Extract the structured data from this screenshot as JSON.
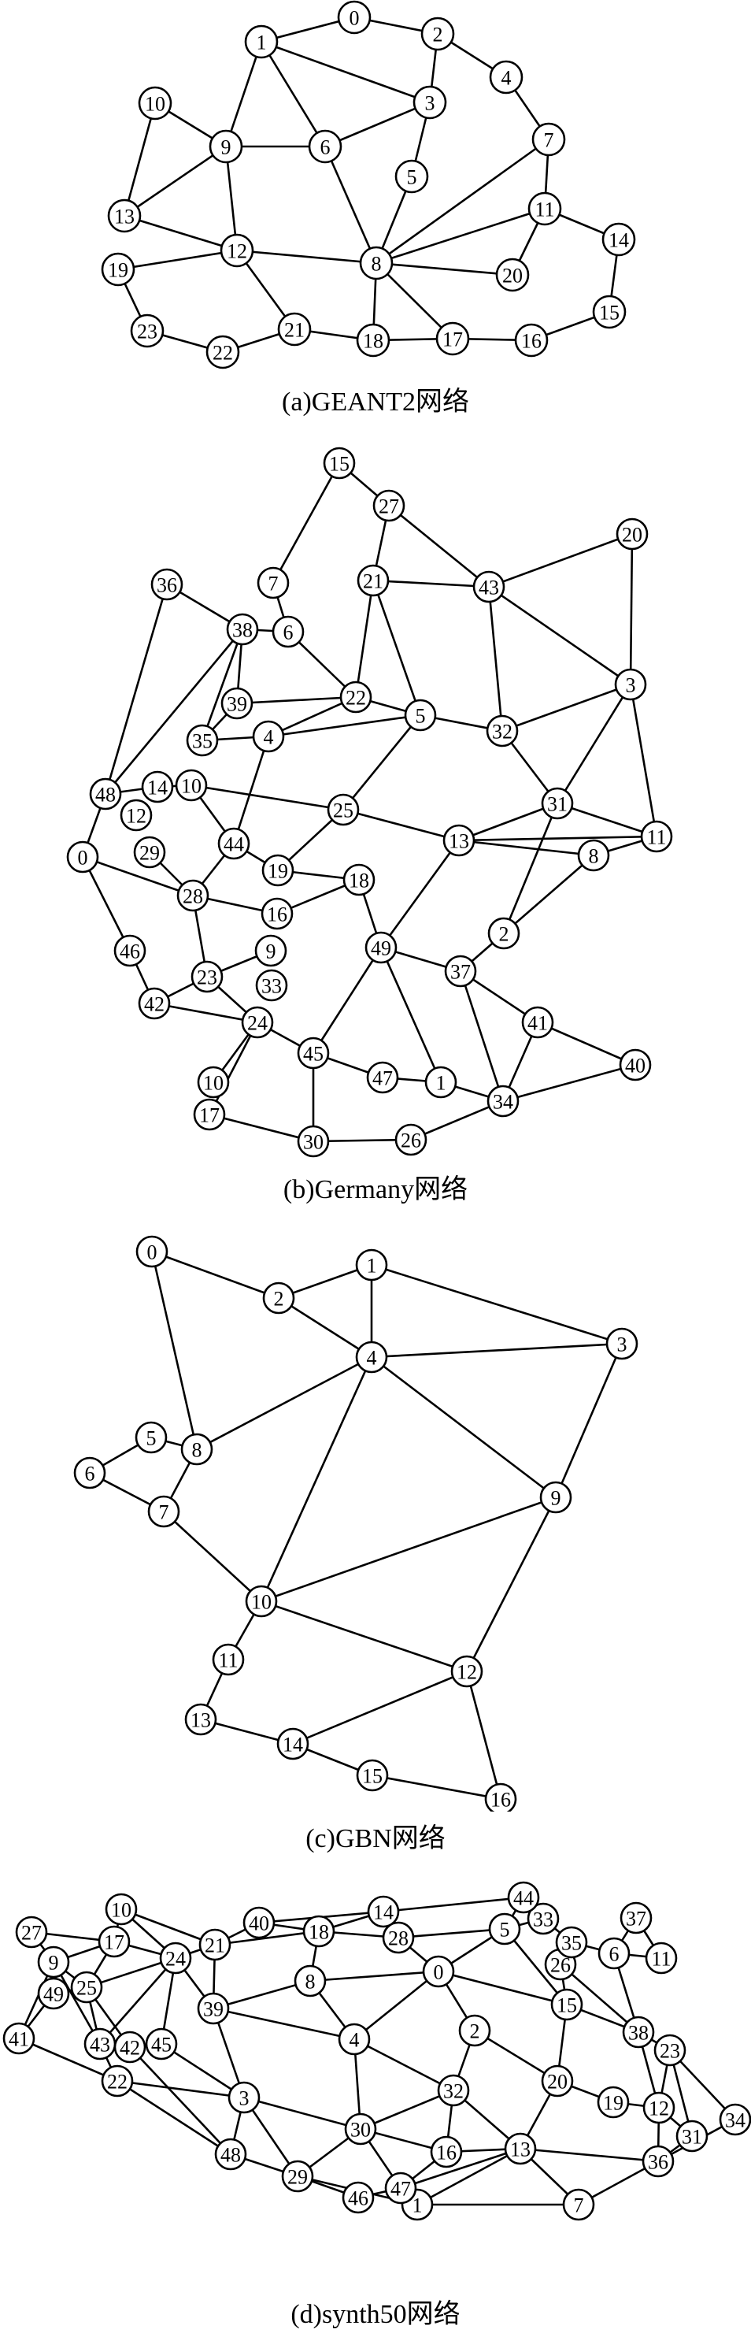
{
  "graphs": [
    {
      "caption": "(a)GEANT2网络",
      "nodes": [
        "0",
        "1",
        "2",
        "3",
        "4",
        "5",
        "6",
        "7",
        "8",
        "9",
        "10",
        "11",
        "12",
        "13",
        "14",
        "15",
        "16",
        "17",
        "18",
        "19",
        "20",
        "21",
        "22",
        "23"
      ],
      "edges": [
        [
          "0",
          "1"
        ],
        [
          "0",
          "2"
        ],
        [
          "1",
          "3"
        ],
        [
          "1",
          "6"
        ],
        [
          "1",
          "9"
        ],
        [
          "2",
          "3"
        ],
        [
          "2",
          "4"
        ],
        [
          "3",
          "5"
        ],
        [
          "3",
          "6"
        ],
        [
          "4",
          "7"
        ],
        [
          "5",
          "8"
        ],
        [
          "6",
          "8"
        ],
        [
          "6",
          "9"
        ],
        [
          "7",
          "8"
        ],
        [
          "7",
          "11"
        ],
        [
          "8",
          "11"
        ],
        [
          "8",
          "12"
        ],
        [
          "8",
          "17"
        ],
        [
          "8",
          "18"
        ],
        [
          "8",
          "20"
        ],
        [
          "9",
          "10"
        ],
        [
          "9",
          "12"
        ],
        [
          "9",
          "13"
        ],
        [
          "10",
          "13"
        ],
        [
          "11",
          "14"
        ],
        [
          "11",
          "20"
        ],
        [
          "12",
          "13"
        ],
        [
          "12",
          "19"
        ],
        [
          "12",
          "21"
        ],
        [
          "14",
          "15"
        ],
        [
          "15",
          "16"
        ],
        [
          "16",
          "17"
        ],
        [
          "17",
          "18"
        ],
        [
          "18",
          "21"
        ],
        [
          "19",
          "23"
        ],
        [
          "21",
          "22"
        ],
        [
          "22",
          "23"
        ]
      ]
    },
    {
      "caption": "(b)Germany网络",
      "nodes": [
        "0",
        "1",
        "2",
        "3",
        "4",
        "5",
        "6",
        "7",
        "8",
        "9",
        "10",
        "11",
        "12",
        "13",
        "14",
        "15",
        "16",
        "17",
        "18",
        "19",
        "20",
        "21",
        "22",
        "23",
        "24",
        "25",
        "26",
        "27",
        "28",
        "29",
        "30",
        "31",
        "32",
        "33",
        "34",
        "35",
        "36",
        "37",
        "38",
        "39",
        "40",
        "41",
        "42",
        "43",
        "44",
        "45",
        "46",
        "47",
        "48",
        "49"
      ],
      "edges": [
        [
          "15",
          "27"
        ],
        [
          "15",
          "7"
        ],
        [
          "7",
          "6"
        ],
        [
          "27",
          "21"
        ],
        [
          "27",
          "43"
        ],
        [
          "21",
          "43"
        ],
        [
          "21",
          "22"
        ],
        [
          "21",
          "5"
        ],
        [
          "43",
          "20"
        ],
        [
          "43",
          "32"
        ],
        [
          "43",
          "3"
        ],
        [
          "20",
          "3"
        ],
        [
          "3",
          "32"
        ],
        [
          "3",
          "31"
        ],
        [
          "3",
          "11"
        ],
        [
          "6",
          "38"
        ],
        [
          "6",
          "22"
        ],
        [
          "36",
          "38"
        ],
        [
          "36",
          "48"
        ],
        [
          "38",
          "48"
        ],
        [
          "38",
          "39"
        ],
        [
          "38",
          "35"
        ],
        [
          "39",
          "22"
        ],
        [
          "39",
          "35"
        ],
        [
          "35",
          "4"
        ],
        [
          "22",
          "4"
        ],
        [
          "22",
          "5"
        ],
        [
          "4",
          "5"
        ],
        [
          "4",
          "44"
        ],
        [
          "5",
          "32"
        ],
        [
          "5",
          "25"
        ],
        [
          "32",
          "31"
        ],
        [
          "31",
          "11"
        ],
        [
          "31",
          "13"
        ],
        [
          "31",
          "2"
        ],
        [
          "11",
          "13"
        ],
        [
          "11",
          "8"
        ],
        [
          "13",
          "8"
        ],
        [
          "8",
          "2"
        ],
        [
          "48",
          "14"
        ],
        [
          "48",
          "0"
        ],
        [
          "14",
          "10"
        ],
        [
          "10",
          "44"
        ],
        [
          "10",
          "25"
        ],
        [
          "25",
          "13"
        ],
        [
          "25",
          "19"
        ],
        [
          "44",
          "19"
        ],
        [
          "44",
          "28"
        ],
        [
          "0",
          "46"
        ],
        [
          "0",
          "28"
        ],
        [
          "29",
          "28"
        ],
        [
          "28",
          "16"
        ],
        [
          "28",
          "23"
        ],
        [
          "46",
          "42"
        ],
        [
          "42",
          "23"
        ],
        [
          "42",
          "24"
        ],
        [
          "23",
          "9"
        ],
        [
          "23",
          "24"
        ],
        [
          "19",
          "18"
        ],
        [
          "16",
          "18"
        ],
        [
          "18",
          "49"
        ],
        [
          "13",
          "49"
        ],
        [
          "49",
          "37"
        ],
        [
          "49",
          "45"
        ],
        [
          "49",
          "1"
        ],
        [
          "2",
          "37"
        ],
        [
          "37",
          "41"
        ],
        [
          "37",
          "34"
        ],
        [
          "41",
          "40"
        ],
        [
          "41",
          "34"
        ],
        [
          "40",
          "34"
        ],
        [
          "24",
          "45"
        ],
        [
          "24",
          "10b"
        ],
        [
          "24",
          "17"
        ],
        [
          "45",
          "47"
        ],
        [
          "45",
          "30"
        ],
        [
          "47",
          "1"
        ],
        [
          "1",
          "34"
        ],
        [
          "34",
          "26"
        ],
        [
          "26",
          "30"
        ],
        [
          "30",
          "17"
        ]
      ],
      "extra_nodes": [
        "12",
        "33",
        "10b"
      ],
      "labels": {
        "10b": "10"
      }
    },
    {
      "caption": "(c)GBN网络",
      "nodes": [
        "0",
        "1",
        "2",
        "3",
        "4",
        "5",
        "6",
        "7",
        "8",
        "9",
        "10",
        "11",
        "12",
        "13",
        "14",
        "15",
        "16"
      ],
      "edges": [
        [
          "0",
          "2"
        ],
        [
          "0",
          "8"
        ],
        [
          "2",
          "1"
        ],
        [
          "2",
          "4"
        ],
        [
          "1",
          "4"
        ],
        [
          "1",
          "3"
        ],
        [
          "4",
          "3"
        ],
        [
          "4",
          "8"
        ],
        [
          "4",
          "9"
        ],
        [
          "4",
          "10"
        ],
        [
          "3",
          "9"
        ],
        [
          "9",
          "10"
        ],
        [
          "9",
          "12"
        ],
        [
          "8",
          "5"
        ],
        [
          "8",
          "7"
        ],
        [
          "5",
          "6"
        ],
        [
          "6",
          "7"
        ],
        [
          "7",
          "10"
        ],
        [
          "10",
          "11"
        ],
        [
          "10",
          "12"
        ],
        [
          "11",
          "13"
        ],
        [
          "13",
          "14"
        ],
        [
          "14",
          "12"
        ],
        [
          "14",
          "15"
        ],
        [
          "15",
          "16"
        ],
        [
          "12",
          "16"
        ]
      ]
    },
    {
      "caption": "(d)synth50网络",
      "nodes": [
        "0",
        "1",
        "2",
        "3",
        "4",
        "5",
        "6",
        "7",
        "8",
        "9",
        "10",
        "11",
        "12",
        "13",
        "14",
        "15",
        "16",
        "17",
        "18",
        "19",
        "20",
        "21",
        "22",
        "23",
        "24",
        "25",
        "26",
        "27",
        "28",
        "29",
        "30",
        "31",
        "32",
        "33",
        "34",
        "35",
        "36",
        "37",
        "38",
        "39",
        "40",
        "41",
        "42",
        "43",
        "44",
        "45",
        "46",
        "47",
        "48",
        "49"
      ],
      "edges": [
        [
          "27",
          "9"
        ],
        [
          "27",
          "17"
        ],
        [
          "9",
          "17"
        ],
        [
          "9",
          "49"
        ],
        [
          "9",
          "25"
        ],
        [
          "9",
          "43"
        ],
        [
          "9",
          "41"
        ],
        [
          "10",
          "17"
        ],
        [
          "10",
          "21"
        ],
        [
          "10",
          "24"
        ],
        [
          "17",
          "24"
        ],
        [
          "17",
          "25"
        ],
        [
          "40",
          "21"
        ],
        [
          "40",
          "18"
        ],
        [
          "40",
          "14"
        ],
        [
          "21",
          "24"
        ],
        [
          "21",
          "39"
        ],
        [
          "21",
          "18"
        ],
        [
          "14",
          "18"
        ],
        [
          "14",
          "28"
        ],
        [
          "14",
          "44"
        ],
        [
          "18",
          "28"
        ],
        [
          "18",
          "8"
        ],
        [
          "28",
          "5"
        ],
        [
          "28",
          "0"
        ],
        [
          "44",
          "33"
        ],
        [
          "44",
          "5"
        ],
        [
          "33",
          "35"
        ],
        [
          "33",
          "5"
        ],
        [
          "35",
          "6"
        ],
        [
          "35",
          "26"
        ],
        [
          "37",
          "6"
        ],
        [
          "37",
          "11"
        ],
        [
          "6",
          "11"
        ],
        [
          "6",
          "38"
        ],
        [
          "26",
          "15"
        ],
        [
          "26",
          "38"
        ],
        [
          "5",
          "0"
        ],
        [
          "5",
          "15"
        ],
        [
          "0",
          "8"
        ],
        [
          "0",
          "2"
        ],
        [
          "0",
          "4"
        ],
        [
          "0",
          "15"
        ],
        [
          "8",
          "39"
        ],
        [
          "8",
          "4"
        ],
        [
          "24",
          "39"
        ],
        [
          "24",
          "45"
        ],
        [
          "24",
          "43"
        ],
        [
          "24",
          "25"
        ],
        [
          "39",
          "3"
        ],
        [
          "39",
          "4"
        ],
        [
          "25",
          "49"
        ],
        [
          "25",
          "43"
        ],
        [
          "25",
          "42"
        ],
        [
          "49",
          "41"
        ],
        [
          "41",
          "22"
        ],
        [
          "43",
          "22"
        ],
        [
          "43",
          "42"
        ],
        [
          "42",
          "45"
        ],
        [
          "42",
          "48"
        ],
        [
          "45",
          "3"
        ],
        [
          "22",
          "48"
        ],
        [
          "22",
          "3"
        ],
        [
          "3",
          "48"
        ],
        [
          "3",
          "29"
        ],
        [
          "3",
          "30"
        ],
        [
          "4",
          "30"
        ],
        [
          "4",
          "32"
        ],
        [
          "2",
          "32"
        ],
        [
          "2",
          "20"
        ],
        [
          "15",
          "20"
        ],
        [
          "15",
          "38"
        ],
        [
          "38",
          "23"
        ],
        [
          "38",
          "12"
        ],
        [
          "23",
          "12"
        ],
        [
          "23",
          "34"
        ],
        [
          "23",
          "31"
        ],
        [
          "20",
          "19"
        ],
        [
          "20",
          "13"
        ],
        [
          "19",
          "12"
        ],
        [
          "12",
          "36"
        ],
        [
          "12",
          "31"
        ],
        [
          "34",
          "36"
        ],
        [
          "31",
          "36"
        ],
        [
          "36",
          "7"
        ],
        [
          "36",
          "13"
        ],
        [
          "7",
          "13"
        ],
        [
          "7",
          "1"
        ],
        [
          "13",
          "32"
        ],
        [
          "13",
          "16"
        ],
        [
          "13",
          "47"
        ],
        [
          "13",
          "1"
        ],
        [
          "32",
          "30"
        ],
        [
          "32",
          "16"
        ],
        [
          "30",
          "47"
        ],
        [
          "30",
          "29"
        ],
        [
          "30",
          "16"
        ],
        [
          "16",
          "47"
        ],
        [
          "47",
          "46"
        ],
        [
          "47",
          "1"
        ],
        [
          "46",
          "29"
        ],
        [
          "48",
          "29"
        ],
        [
          "29",
          "1"
        ]
      ]
    }
  ]
}
